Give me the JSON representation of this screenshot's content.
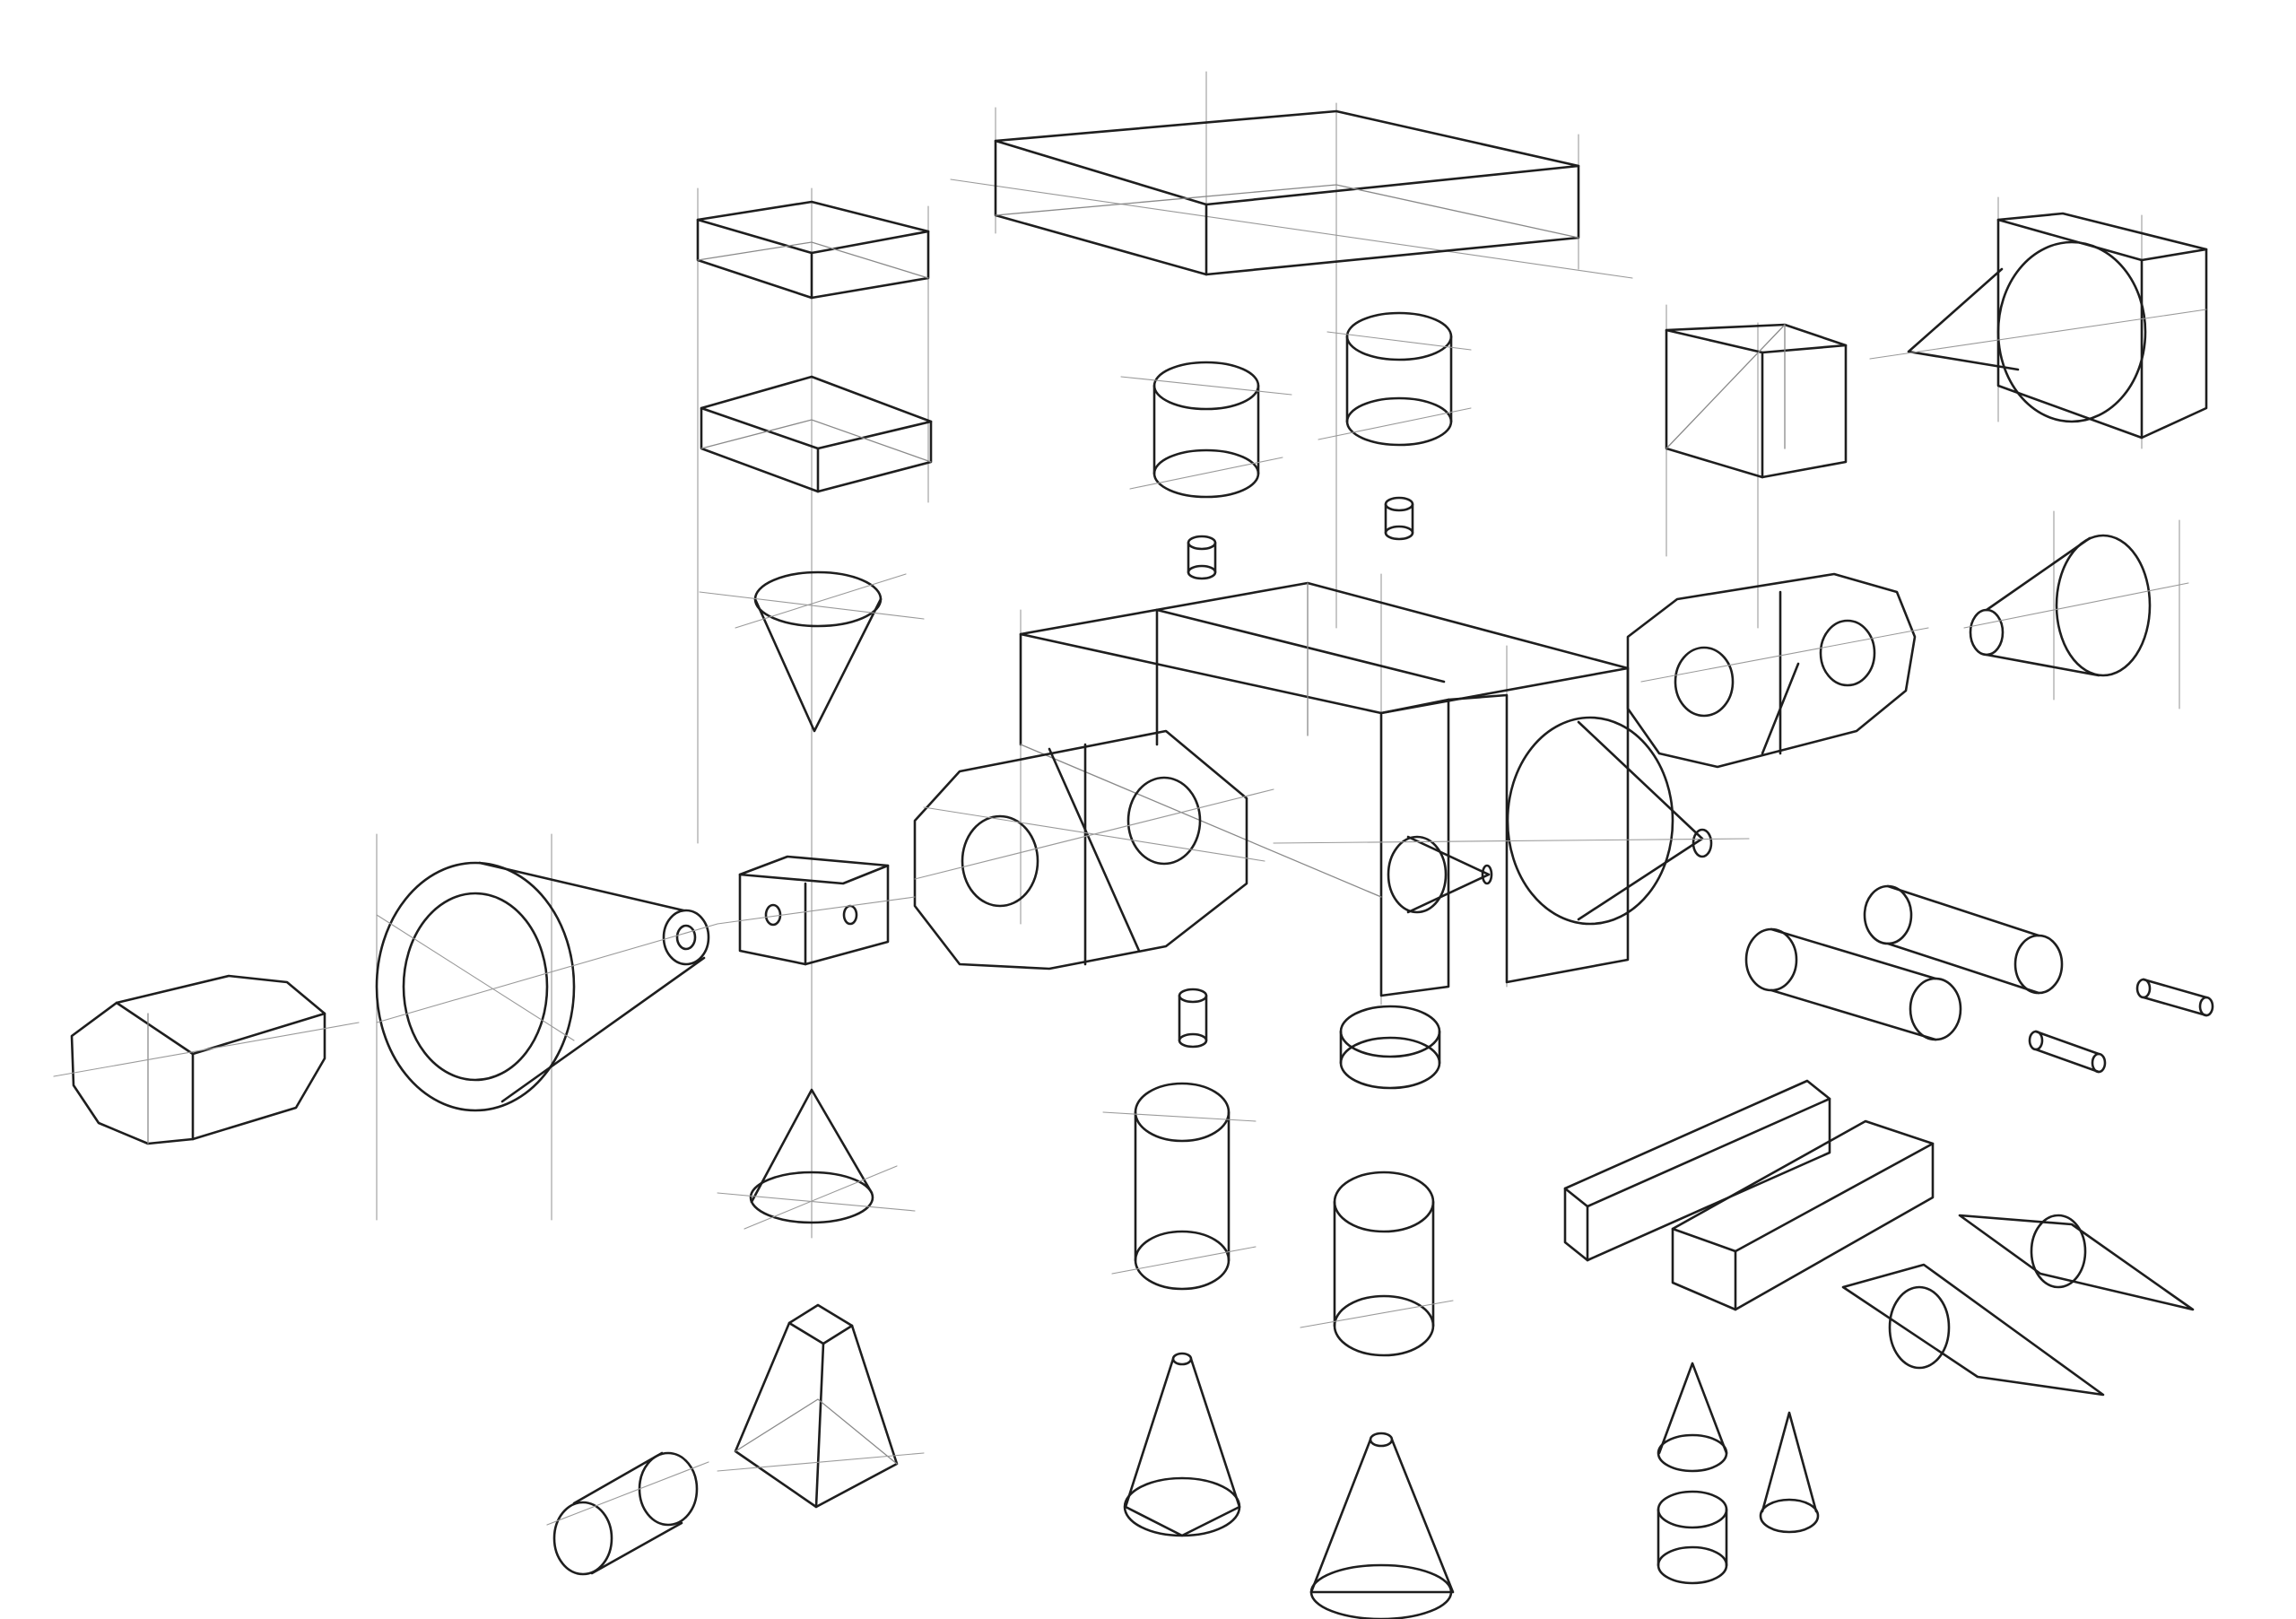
{
  "sheet": {
    "paper_color": "#ffffff",
    "ink_color": "#1e1e1e",
    "guide_color": "#9a9a9a"
  },
  "objects": [
    {
      "name": "flat-slab-large"
    },
    {
      "name": "flat-box-top"
    },
    {
      "name": "flat-box-middle"
    },
    {
      "name": "inverted-cone"
    },
    {
      "name": "cylinder-small-upper-left"
    },
    {
      "name": "cylinder-small-upper-right"
    },
    {
      "name": "peg-upper-left"
    },
    {
      "name": "peg-upper-right"
    },
    {
      "name": "cube-upper-right"
    },
    {
      "name": "frame-with-circle-upper-right"
    },
    {
      "name": "main-housing-block"
    },
    {
      "name": "octagonal-link-center"
    },
    {
      "name": "octagonal-link-right"
    },
    {
      "name": "pulley-with-belt-right"
    },
    {
      "name": "pulley-with-belt-left"
    },
    {
      "name": "octagonal-prism-left"
    },
    {
      "name": "small-cube-with-holes"
    },
    {
      "name": "upright-cone"
    },
    {
      "name": "truncated-pyramid"
    },
    {
      "name": "horizontal-cylinder-bottom-left"
    },
    {
      "name": "peg-center"
    },
    {
      "name": "tall-cylinder-center"
    },
    {
      "name": "short-disc-center"
    },
    {
      "name": "cylinder-right-of-center"
    },
    {
      "name": "tall-cone-bottom"
    },
    {
      "name": "tall-cone-bottom-right"
    },
    {
      "name": "twin-cylinders-right"
    },
    {
      "name": "pins-far-right"
    },
    {
      "name": "long-bars-right"
    },
    {
      "name": "diamond-disc-pair"
    },
    {
      "name": "stacked-cones-and-cylinders"
    }
  ]
}
